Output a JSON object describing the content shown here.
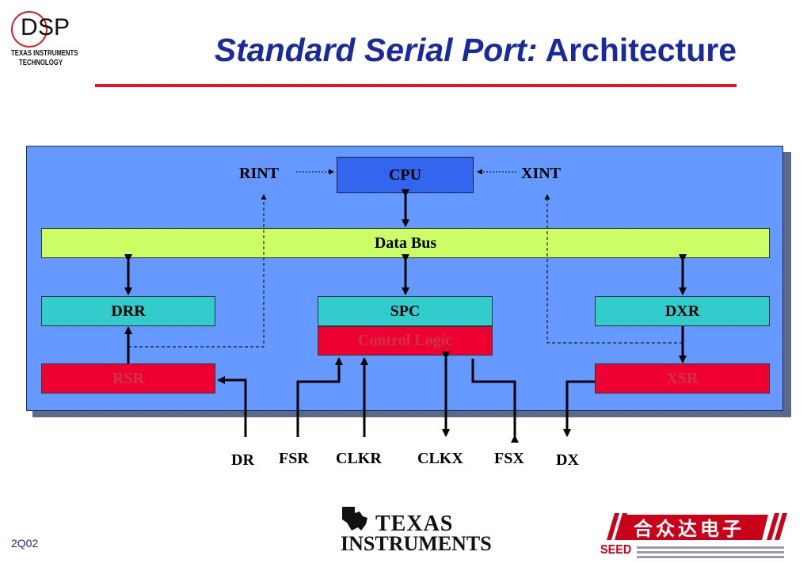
{
  "header": {
    "logo": {
      "top": "DSP",
      "line1": "TEXAS INSTRUMENTS",
      "line2": "TECHNOLOGY"
    },
    "title_italic": "Standard Serial Port:",
    "title_regular": "Architecture"
  },
  "diagram": {
    "blocks": {
      "cpu": "CPU",
      "data_bus": "Data Bus",
      "drr": "DRR",
      "spc": "SPC",
      "dxr": "DXR",
      "control_logic": "Control Logic",
      "rsr": "RSR",
      "xsr": "XSR"
    },
    "interrupts": {
      "rint": "RINT",
      "xint": "XINT"
    },
    "pins": {
      "dr": "DR",
      "fsr": "FSR",
      "clkr": "CLKR",
      "clkx": "CLKX",
      "fsx": "FSX",
      "dx": "DX"
    },
    "colors": {
      "panel": "#6699ff",
      "cpu": "#3366ee",
      "bus": "#ccff66",
      "register": "#33cccc",
      "shift_register": "#ee0033"
    }
  },
  "footer": {
    "slide_number": "2Q02",
    "ti_logo": {
      "line1": "TEXAS",
      "line2": "INSTRUMENTS"
    },
    "seed_logo": {
      "chinese": "合众达电子",
      "text": "SEED"
    }
  }
}
